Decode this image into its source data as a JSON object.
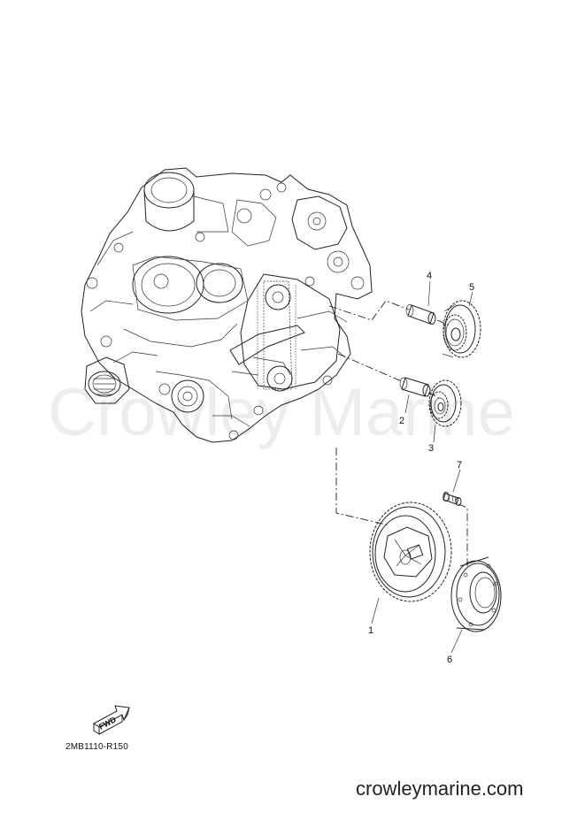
{
  "watermark": "Crowley Marine",
  "diagram_code": "2MB1110-R150",
  "footer_site": "crowleymarine.com",
  "fwd_label": "FWD",
  "parts": [
    {
      "number": "1"
    },
    {
      "number": "2"
    },
    {
      "number": "3"
    },
    {
      "number": "4"
    },
    {
      "number": "5"
    },
    {
      "number": "6"
    },
    {
      "number": "7"
    }
  ]
}
